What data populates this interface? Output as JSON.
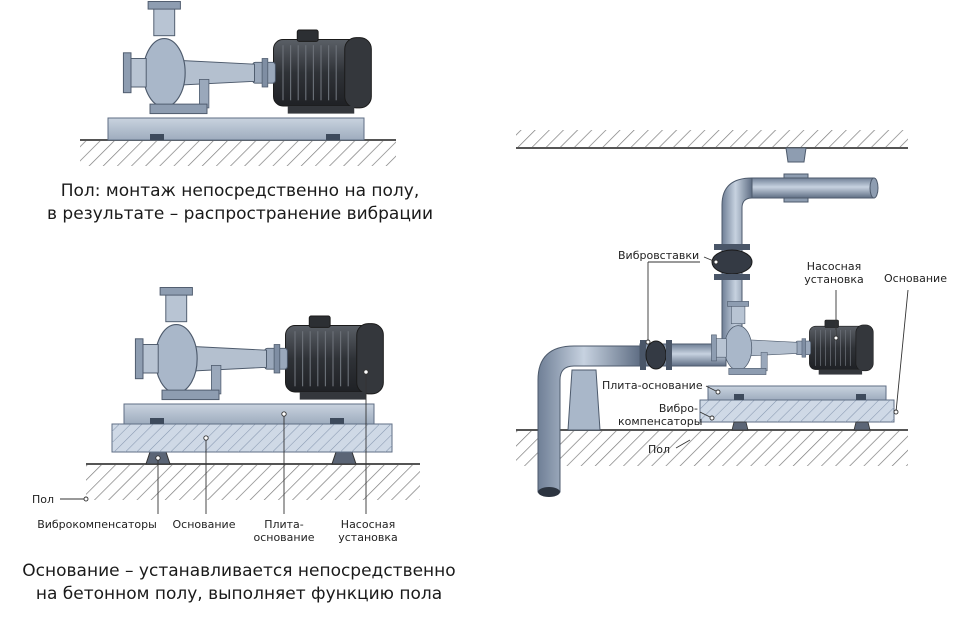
{
  "diagram_a": {
    "caption_line1": "Пол: монтаж непосредственно на полу,",
    "caption_line2": "в результате – распространение вибрации"
  },
  "diagram_b": {
    "caption_line1": "Основание – устанавливается непосредственно",
    "caption_line2": "на бетонном полу, выполняет функцию пола",
    "labels": {
      "floor": "Пол",
      "vibration_isolators": "Виброкомпенсаторы",
      "foundation": "Основание",
      "base_plate_line1": "Плита-",
      "base_plate_line2": "основание",
      "pump_unit_line1": "Насосная",
      "pump_unit_line2": "установка"
    }
  },
  "diagram_c": {
    "labels": {
      "vibration_inserts": "Вибровставки",
      "pump_unit_line1": "Насосная",
      "pump_unit_line2": "установка",
      "foundation": "Основание",
      "base_plate": "Плита-основание",
      "isolators_line1": "Вибро-",
      "isolators_line2": "компенсаторы",
      "floor": "Пол"
    }
  },
  "colors": {
    "steel": "#a9b7c9",
    "steel_dark": "#6d7d93",
    "motor": "#3e4248",
    "foundation_hatch": "#b9c6d6",
    "ground_hatch": "#8a8a8a"
  }
}
